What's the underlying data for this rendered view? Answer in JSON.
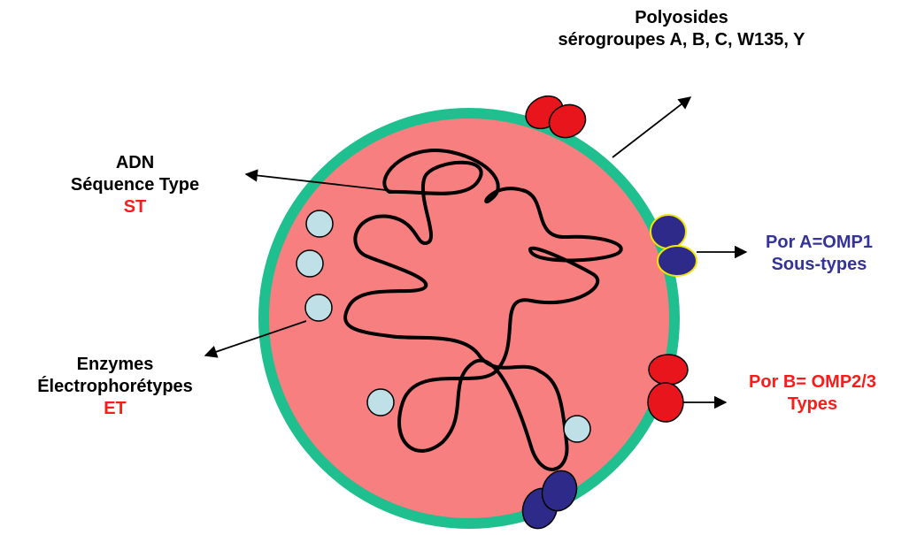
{
  "labels": {
    "polyosides": {
      "line1": "Polyosides",
      "line2": "sérogroupes A, B, C, W135, Y"
    },
    "adn": {
      "line1": "ADN",
      "line2": "Séquence Type",
      "line3": "ST"
    },
    "pora": {
      "line1": "Por A=OMP1",
      "line2": "Sous-types"
    },
    "enzymes": {
      "line1": "Enzymes",
      "line2": "Électrophorétypes",
      "line3": "ET"
    },
    "porb": {
      "line1": "Por B= OMP2/3",
      "line2": "Types"
    }
  },
  "colors": {
    "cell_fill": "#f77f7f",
    "membrane": "#1fbf8f",
    "red_protein": "#e8161c",
    "blue_protein": "#2e2a8a",
    "vesicle": "#bfe0e6",
    "label_red": "#ff1a1a",
    "label_blue": "#333399"
  }
}
